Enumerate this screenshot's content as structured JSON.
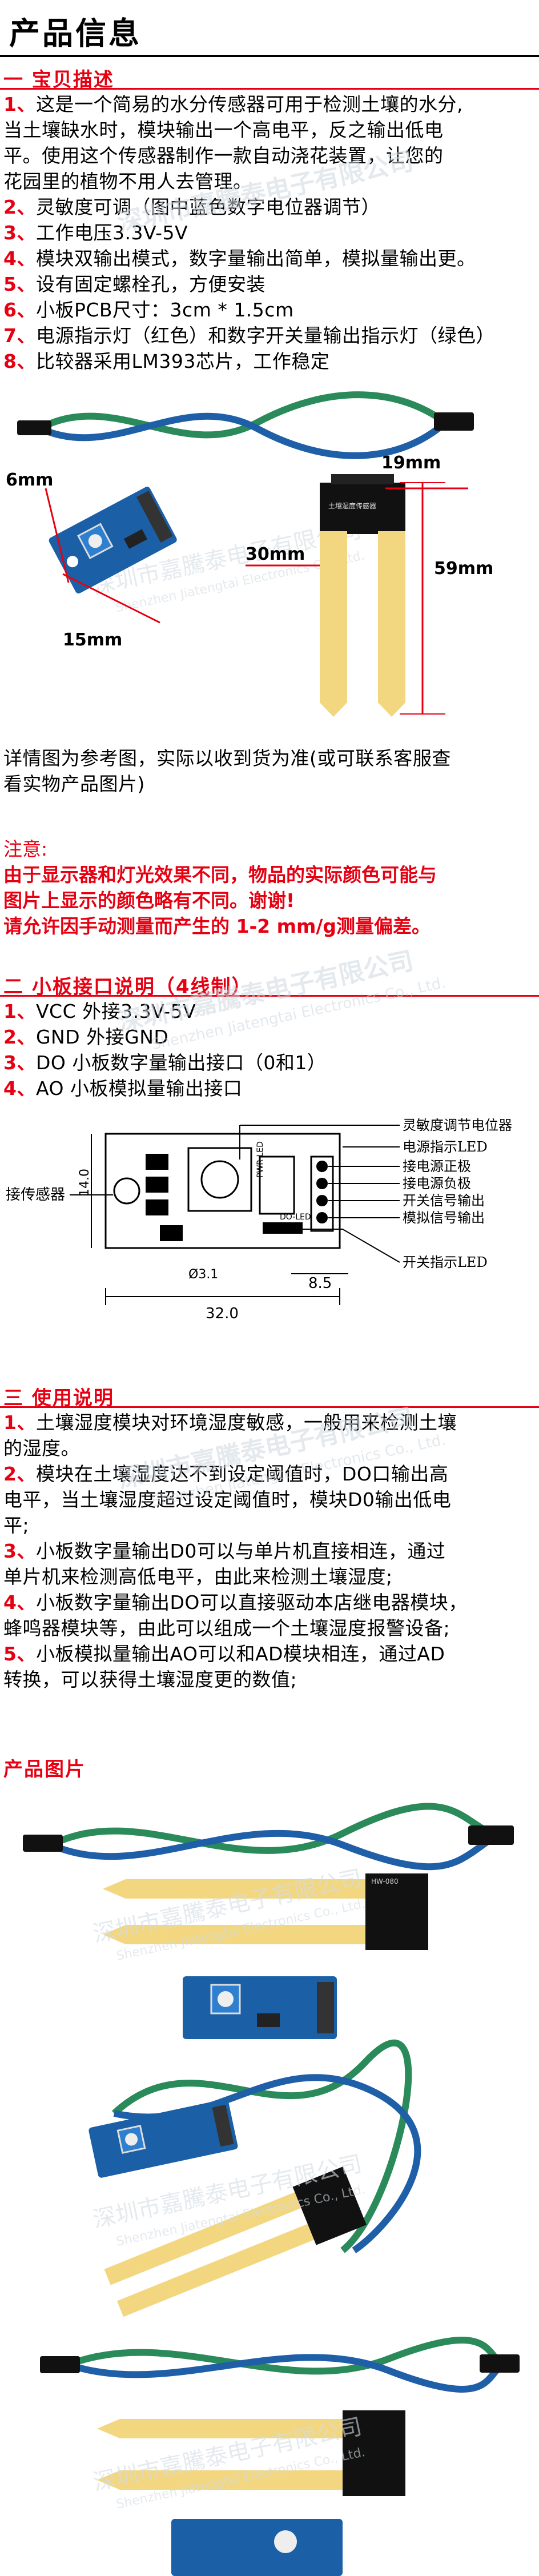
{
  "page_title": "产品信息",
  "section1": {
    "heading": "一 宝贝描述",
    "lines": [
      {
        "num": "1、",
        "text": "这是一个简易的水分传感器可用于检测土壤的水分,"
      },
      {
        "num": "",
        "text": "当土壤缺水时，模块输出一个高电平，反之输出低电"
      },
      {
        "num": "",
        "text": "平。使用这个传感器制作一款自动浇花装置，让您的"
      },
      {
        "num": "",
        "text": "花园里的植物不用人去管理。"
      },
      {
        "num": "2、",
        "text": "灵敏度可调（图中蓝色数字电位器调节）"
      },
      {
        "num": "3、",
        "text": "工作电压3.3V-5V"
      },
      {
        "num": "4、",
        "text": "模块双输出模式，数字量输出简单，模拟量输出更。"
      },
      {
        "num": "5、",
        "text": "设有固定螺栓孔，方便安装"
      },
      {
        "num": "6、",
        "text": "小板PCB尺寸：3cm * 1.5cm"
      },
      {
        "num": "7、",
        "text": "电源指示灯（红色）和数字开关量输出指示灯（绿色）"
      },
      {
        "num": "8、",
        "text": "比较器采用LM393芯片，工作稳定"
      }
    ]
  },
  "dim_labels": {
    "d19": "19mm",
    "d6": "6mm",
    "d30": "30mm",
    "d59": "59mm",
    "d15": "15mm"
  },
  "probe_pcb_text": "土壤湿度传感器",
  "ref_note": {
    "line1": "详情图为参考图，实际以收到货为准(或可联系客服查",
    "line2": "看实物产品图片)"
  },
  "notice": {
    "heading": "注意:",
    "line1": "由于显示器和灯光效果不同，物品的实际颜色可能与",
    "line2": "图片上显示的颜色略有不同。谢谢!",
    "line3": "请允许因手动测量而产生的 1-2 mm/g测量偏差。"
  },
  "section2": {
    "heading": "二 小板接口说明（4线制）",
    "lines": [
      {
        "num": "1、",
        "text": "VCC  外接3.3V-5V"
      },
      {
        "num": "2、",
        "text": "GND 外接GND"
      },
      {
        "num": "3、",
        "text": "DO   小板数字量输出接口（0和1）"
      },
      {
        "num": "4、",
        "text": "AO   小板模拟量输出接口"
      }
    ]
  },
  "diagram": {
    "left_label": "接传感器",
    "dim_width": "32.0",
    "dim_height": "14.0",
    "dim_8_5": "8.5",
    "dim_hole": "Ø3.1",
    "pcb_label_pwr": "PWR-LED",
    "pcb_label_do": "DO-LED",
    "right_labels": [
      "灵敏度调节电位器",
      "电源指示LED",
      "接电源正极",
      "接电源负极",
      "开关信号输出",
      "模拟信号输出",
      "开关指示LED"
    ]
  },
  "section3": {
    "heading": "三 使用说明",
    "lines": [
      {
        "num": "1、",
        "text": "土壤湿度模块对环境湿度敏感，一般用来检测土壤"
      },
      {
        "num": "",
        "text": "的湿度。"
      },
      {
        "num": "2、",
        "text": "模块在土壤湿度达不到设定阈值时，DO口输出高"
      },
      {
        "num": "",
        "text": "电平，当土壤湿度超过设定阈值时，模块D0输出低电"
      },
      {
        "num": "",
        "text": "平;"
      },
      {
        "num": "3、",
        "text": "小板数字量输出D0可以与单片机直接相连，通过"
      },
      {
        "num": "",
        "text": "单片机来检测高低电平，由此来检测土壤湿度;"
      },
      {
        "num": "4、",
        "text": "小板数字量输出DO可以直接驱动本店继电器模块，"
      },
      {
        "num": "",
        "text": "蜂鸣器模块等，由此可以组成一个土壤湿度报警设备;"
      },
      {
        "num": "5、",
        "text": "小板模拟量输出AO可以和AD模块相连，通过AD"
      },
      {
        "num": "",
        "text": "转换，可以获得土壤湿度更的数值;"
      }
    ]
  },
  "section4": {
    "heading": "产品图片"
  },
  "watermark": {
    "cn": "深圳市嘉騰泰电子有限公司",
    "en": "Shenzhen Jiatengtai Electronics Co., Ltd."
  },
  "photo_module_text": "HW-080"
}
